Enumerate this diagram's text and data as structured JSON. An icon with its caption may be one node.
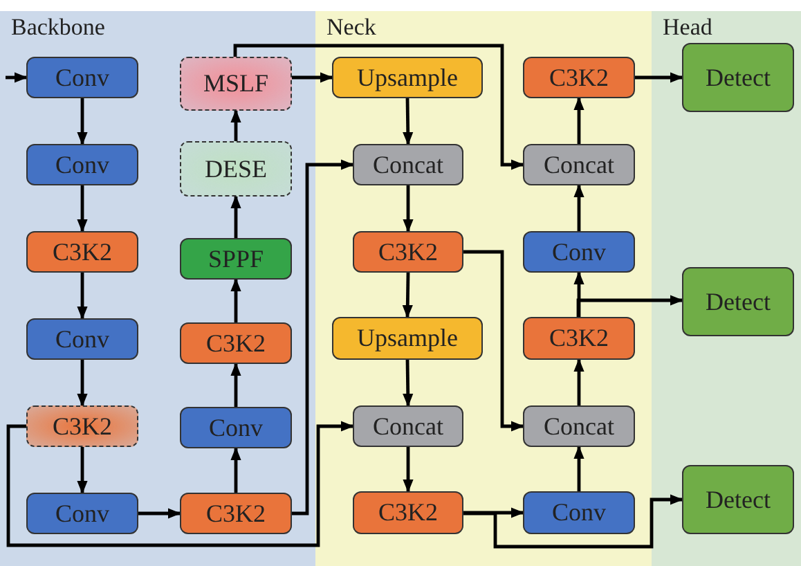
{
  "diagram": {
    "nodes": [
      {
        "text": [
          "Backbone"
        ]
      },
      {
        "text": [
          "Neck"
        ]
      },
      {
        "text": [
          "Head"
        ]
      },
      {
        "text": [
          "Conv"
        ],
        "in": 0
      },
      {
        "text": [
          "Conv"
        ],
        "in": 0
      },
      {
        "text": [
          "C3K2"
        ],
        "in": 0
      },
      {
        "text": [
          "Conv"
        ],
        "in": 0
      },
      {
        "text": [
          "C3K2"
        ],
        "in": 0
      },
      {
        "text": [
          "Conv"
        ],
        "in": 0
      },
      {
        "text": [
          "MSLF"
        ],
        "in": 0
      },
      {
        "text": [
          "DESE"
        ],
        "in": 0
      },
      {
        "text": [
          "SPPF"
        ],
        "in": 0
      },
      {
        "text": [
          "C3K2"
        ],
        "in": 0
      },
      {
        "text": [
          "Conv"
        ],
        "in": 0
      },
      {
        "text": [
          "C3K2"
        ],
        "in": 0
      },
      {
        "text": [
          "Upsample"
        ],
        "in": 1
      },
      {
        "text": [
          "Concat"
        ],
        "in": 1
      },
      {
        "text": [
          "C3K2"
        ],
        "in": 1
      },
      {
        "text": [
          "Upsample"
        ],
        "in": 1
      },
      {
        "text": [
          "Concat"
        ],
        "in": 1
      },
      {
        "text": [
          "C3K2"
        ],
        "in": 1
      },
      {
        "text": [
          "C3K2"
        ],
        "in": 1
      },
      {
        "text": [
          "Concat"
        ],
        "in": 1
      },
      {
        "text": [
          "Conv"
        ],
        "in": 1
      },
      {
        "text": [
          "C3K2"
        ],
        "in": 1
      },
      {
        "text": [
          "Concat"
        ],
        "in": 1
      },
      {
        "text": [
          "Conv"
        ],
        "in": 1
      },
      {
        "text": [
          "Detect"
        ],
        "in": 2
      },
      {
        "text": [
          "Detect"
        ],
        "in": 2
      },
      {
        "text": [
          "Detect"
        ],
        "in": 2
      }
    ],
    "edges": [
      {
        "from": null,
        "to": 3,
        "arrow": "to"
      },
      {
        "from": 3,
        "to": 4,
        "arrow": "to"
      },
      {
        "from": 4,
        "to": 5,
        "arrow": "to"
      },
      {
        "from": 5,
        "to": 6,
        "arrow": "to"
      },
      {
        "from": 6,
        "to": 7,
        "arrow": "to"
      },
      {
        "from": 7,
        "to": 8,
        "arrow": "to"
      },
      {
        "from": 8,
        "to": 14,
        "arrow": "to"
      },
      {
        "from": 14,
        "to": 13,
        "arrow": "to"
      },
      {
        "from": 13,
        "to": 12,
        "arrow": "to"
      },
      {
        "from": 12,
        "to": 11,
        "arrow": "to"
      },
      {
        "from": 11,
        "to": 10,
        "arrow": "to"
      },
      {
        "from": 10,
        "to": 9,
        "arrow": "to"
      },
      {
        "from": 9,
        "to": 15,
        "arrow": "to"
      },
      {
        "from": 9,
        "to": 22,
        "arrow": "to"
      },
      {
        "from": 14,
        "to": 16,
        "arrow": "to"
      },
      {
        "from": 7,
        "to": 19,
        "arrow": "to"
      },
      {
        "from": 15,
        "to": 16,
        "arrow": "to"
      },
      {
        "from": 16,
        "to": 17,
        "arrow": "to"
      },
      {
        "from": 17,
        "to": 18,
        "arrow": "to"
      },
      {
        "from": 17,
        "to": 25,
        "arrow": "to"
      },
      {
        "from": 18,
        "to": 19,
        "arrow": "to"
      },
      {
        "from": 19,
        "to": 20,
        "arrow": "to"
      },
      {
        "from": 20,
        "to": 26,
        "arrow": "to"
      },
      {
        "from": 20,
        "to": 29,
        "arrow": "to"
      },
      {
        "from": 26,
        "to": 25,
        "arrow": "to"
      },
      {
        "from": 25,
        "to": 24,
        "arrow": "to"
      },
      {
        "from": 24,
        "to": 23,
        "arrow": "to"
      },
      {
        "from": 24,
        "to": 28,
        "arrow": "to"
      },
      {
        "from": 23,
        "to": 22,
        "arrow": "to"
      },
      {
        "from": 22,
        "to": 21,
        "arrow": "to"
      },
      {
        "from": 21,
        "to": 27,
        "arrow": "to"
      }
    ]
  }
}
